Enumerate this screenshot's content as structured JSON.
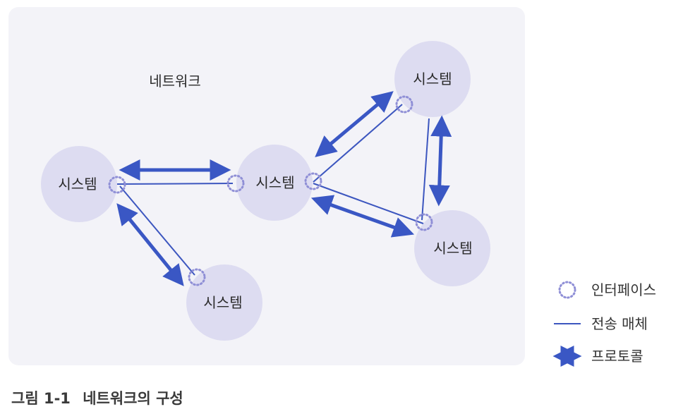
{
  "network_label": "네트워크",
  "nodes": [
    {
      "id": "n1",
      "label": "시스템"
    },
    {
      "id": "n2",
      "label": "시스템"
    },
    {
      "id": "n3",
      "label": "시스템"
    },
    {
      "id": "n4",
      "label": "시스템"
    },
    {
      "id": "n5",
      "label": "시스템"
    }
  ],
  "legend": {
    "interface": "인터페이스",
    "medium": "전송 매체",
    "protocol": "프로토콜"
  },
  "caption": {
    "figure": "그림 1-1",
    "title": "네트워크의 구성"
  },
  "colors": {
    "panel": "#f3f3f8",
    "node_fill": "#dddcf1",
    "interface_stroke": "#8f8fd6",
    "medium_line": "#3c56bf",
    "protocol_arrow": "#3a57c4"
  }
}
